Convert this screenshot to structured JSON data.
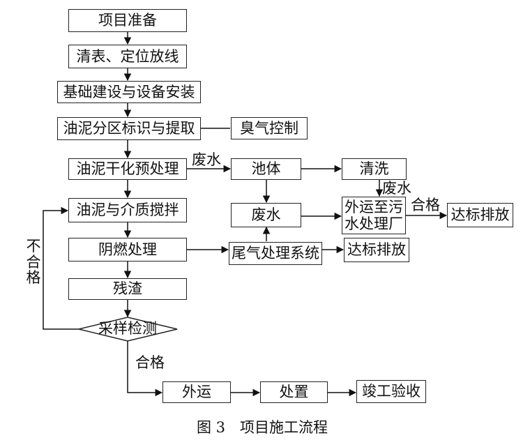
{
  "nodes": {
    "project_prep": "项目准备",
    "clear_locate": "清表、定位放线",
    "foundation": "基础建设与设备安装",
    "sludge_zone": "油泥分区标识与提取",
    "odor_control": "臭气控制",
    "sludge_dry": "油泥干化预处理",
    "pool": "池体",
    "cleaning": "清洗",
    "wastewater_box": "废水",
    "transport_sewage": "外运至污\n水处理厂",
    "standard_discharge_1": "达标排放",
    "sludge_mix": "油泥与介质搅拌",
    "smolder": "阴燃处理",
    "exhaust_system": "尾气处理系统",
    "standard_discharge_2": "达标排放",
    "residue": "残渣",
    "sampling": "采样检测",
    "transport_out": "外运",
    "disposal": "处置",
    "acceptance": "竣工验收"
  },
  "edge_labels": {
    "wastewater_1": "废水",
    "wastewater_2": "废水",
    "qualified_1": "合格",
    "qualified_2": "合格",
    "unqualified": "不\n合\n格"
  },
  "caption": "图 3　项目施工流程"
}
